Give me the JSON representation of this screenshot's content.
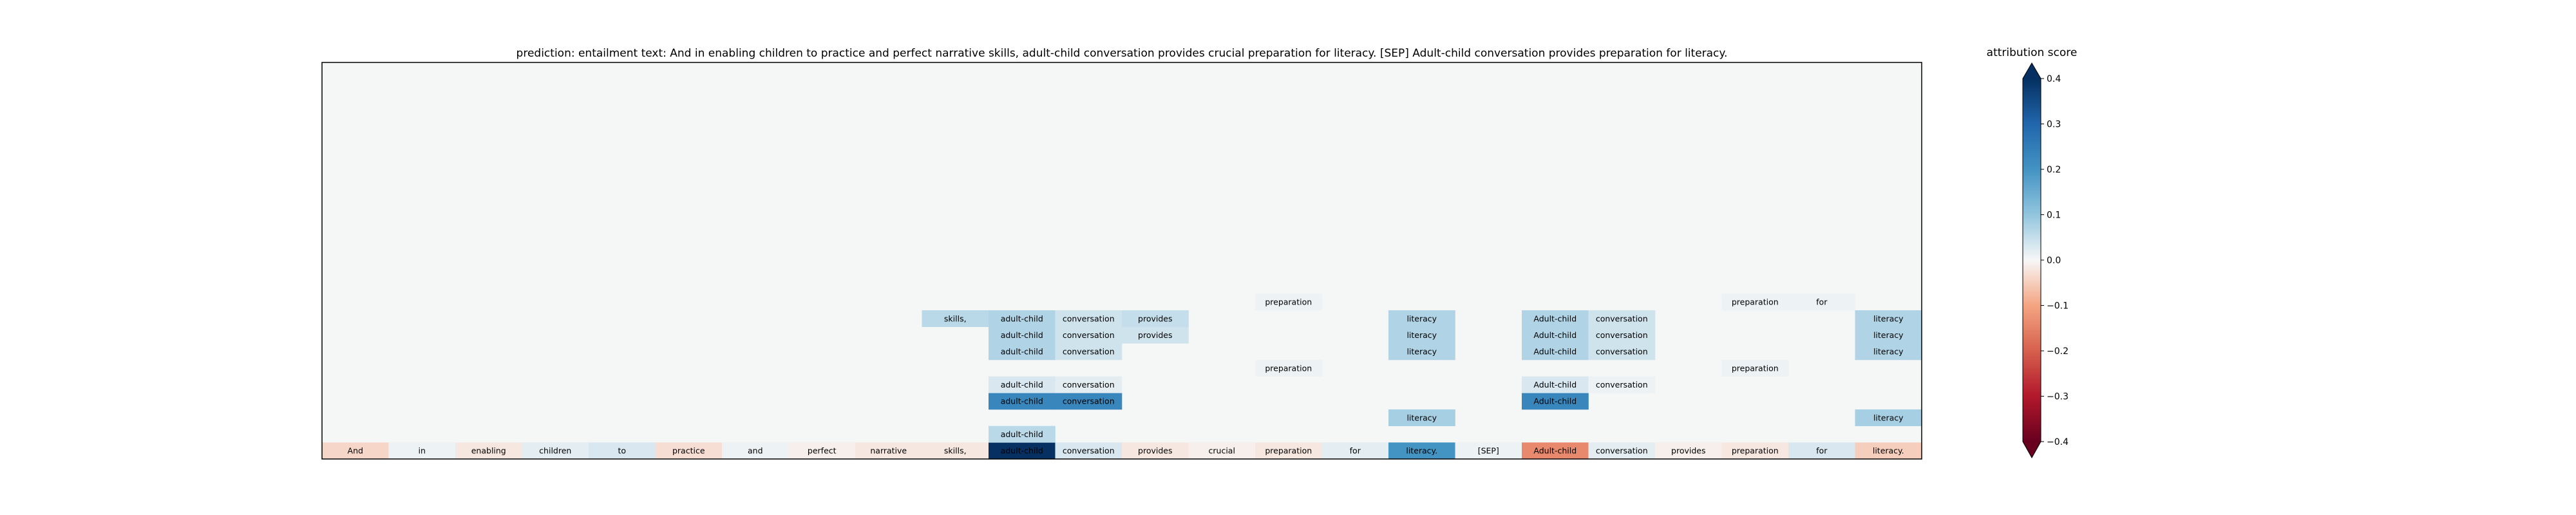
{
  "chart_data": {
    "type": "heatmap",
    "title": "prediction:  entailment     text:  And in enabling children to practice and perfect narrative skills, adult-child conversation provides crucial preparation for literacy. [SEP] Adult-child conversation provides preparation for literacy.",
    "tokens": [
      "And",
      "in",
      "enabling",
      "children",
      "to",
      "practice",
      "and",
      "perfect",
      "narrative",
      "skills,",
      "adult-child",
      "conversation",
      "provides",
      "crucial",
      "preparation",
      "for",
      "literacy.",
      "[SEP]",
      "Adult-child",
      "conversation",
      "provides",
      "preparation",
      "for",
      "literacy."
    ],
    "base_scores": [
      -0.04,
      0.01,
      -0.02,
      0.02,
      0.03,
      -0.03,
      0.01,
      -0.01,
      -0.02,
      -0.02,
      0.42,
      0.03,
      -0.02,
      -0.01,
      -0.02,
      0.02,
      0.2,
      0.01,
      -0.14,
      0.02,
      -0.01,
      -0.02,
      0.03,
      -0.05
    ],
    "layer_count": 24,
    "layers": [
      {
        "layer": 1,
        "cells": [
          {
            "col": 10,
            "label": "adult-child",
            "score": 0.06
          }
        ]
      },
      {
        "layer": 2,
        "cells": [
          {
            "col": 16,
            "label": "literacy",
            "score": 0.08
          },
          {
            "col": 23,
            "label": "literacy",
            "score": 0.08
          }
        ]
      },
      {
        "layer": 3,
        "cells": [
          {
            "col": 10,
            "label": "adult-child",
            "score": 0.23
          },
          {
            "col": 11,
            "label": "conversation",
            "score": 0.23
          },
          {
            "col": 18,
            "label": "Adult-child",
            "score": 0.23
          }
        ]
      },
      {
        "layer": 4,
        "cells": [
          {
            "col": 10,
            "label": "adult-child",
            "score": 0.03
          },
          {
            "col": 11,
            "label": "conversation",
            "score": 0.02
          },
          {
            "col": 18,
            "label": "Adult-child",
            "score": 0.03
          },
          {
            "col": 19,
            "label": "conversation",
            "score": 0.01
          }
        ]
      },
      {
        "layer": 5,
        "cells": [
          {
            "col": 14,
            "label": "preparation",
            "score": 0.01
          },
          {
            "col": 21,
            "label": "preparation",
            "score": 0.01
          }
        ]
      },
      {
        "layer": 6,
        "cells": [
          {
            "col": 10,
            "label": "adult-child",
            "score": 0.07
          },
          {
            "col": 11,
            "label": "conversation",
            "score": 0.04
          },
          {
            "col": 16,
            "label": "literacy",
            "score": 0.07
          },
          {
            "col": 18,
            "label": "Adult-child",
            "score": 0.07
          },
          {
            "col": 19,
            "label": "conversation",
            "score": 0.04
          },
          {
            "col": 23,
            "label": "literacy",
            "score": 0.07
          }
        ]
      },
      {
        "layer": 7,
        "cells": [
          {
            "col": 10,
            "label": "adult-child",
            "score": 0.07
          },
          {
            "col": 11,
            "label": "conversation",
            "score": 0.04
          },
          {
            "col": 12,
            "label": "provides",
            "score": 0.04
          },
          {
            "col": 16,
            "label": "literacy",
            "score": 0.07
          },
          {
            "col": 18,
            "label": "Adult-child",
            "score": 0.07
          },
          {
            "col": 19,
            "label": "conversation",
            "score": 0.04
          },
          {
            "col": 23,
            "label": "literacy",
            "score": 0.07
          }
        ]
      },
      {
        "layer": 8,
        "cells": [
          {
            "col": 9,
            "label": "skills,",
            "score": 0.06
          },
          {
            "col": 10,
            "label": "adult-child",
            "score": 0.07
          },
          {
            "col": 11,
            "label": "conversation",
            "score": 0.04
          },
          {
            "col": 12,
            "label": "provides",
            "score": 0.05
          },
          {
            "col": 16,
            "label": "literacy",
            "score": 0.07
          },
          {
            "col": 18,
            "label": "Adult-child",
            "score": 0.07
          },
          {
            "col": 19,
            "label": "conversation",
            "score": 0.04
          },
          {
            "col": 23,
            "label": "literacy",
            "score": 0.07
          }
        ]
      },
      {
        "layer": 9,
        "cells": [
          {
            "col": 14,
            "label": "preparation",
            "score": 0.01
          },
          {
            "col": 21,
            "label": "preparation",
            "score": 0.01
          },
          {
            "col": 22,
            "label": "for",
            "score": 0.01
          }
        ]
      }
    ],
    "colorbar": {
      "label": "attribution score",
      "min": -0.4,
      "max": 0.4,
      "ticks": [
        -0.4,
        -0.3,
        -0.2,
        -0.1,
        0.0,
        0.1,
        0.2,
        0.3,
        0.4
      ],
      "tick_labels": [
        "−0.4",
        "−0.3",
        "−0.2",
        "−0.1",
        "0.0",
        "0.1",
        "0.2",
        "0.3",
        "0.4"
      ],
      "colormap": "RdBu"
    },
    "background_color": "#f5f6f6"
  }
}
